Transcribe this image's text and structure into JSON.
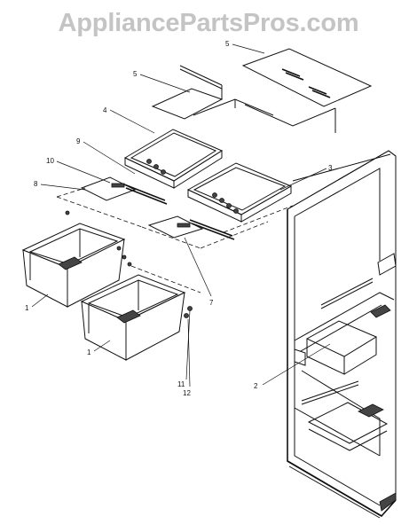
{
  "watermark": "AppliancePartsPros.com",
  "callouts": [
    {
      "id": "1a",
      "text": "1"
    },
    {
      "id": "1b",
      "text": "1"
    },
    {
      "id": "2",
      "text": "2"
    },
    {
      "id": "3",
      "text": "3"
    },
    {
      "id": "4",
      "text": "4"
    },
    {
      "id": "5a",
      "text": "5"
    },
    {
      "id": "5b",
      "text": "5"
    },
    {
      "id": "7",
      "text": "7"
    },
    {
      "id": "8",
      "text": "8"
    },
    {
      "id": "9",
      "text": "9"
    },
    {
      "id": "10",
      "text": "10"
    },
    {
      "id": "11",
      "text": "11"
    },
    {
      "id": "12",
      "text": "12"
    }
  ]
}
